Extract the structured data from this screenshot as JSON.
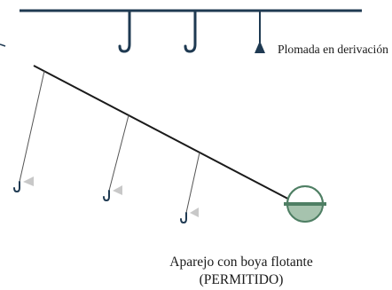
{
  "top_rig": {
    "label": "Plomada en derivación"
  },
  "bottom_rig": {
    "caption_line1": "Aparejo con boya flotante",
    "caption_line2": "(PERMITIDO)"
  },
  "colors": {
    "line": "#1f3a52",
    "hook": "#1f3a52",
    "float_fill": "#a6c3ae",
    "float_outline": "#4f7f64",
    "float_band": "#4f7f64",
    "bait": "#c8c8c8",
    "text": "#1a1a1a"
  },
  "icons": {
    "hook": "fishing-hook-icon",
    "sinker": "plummet-sinker-icon",
    "float": "float-buoy-icon",
    "bait": "bait-icon"
  }
}
